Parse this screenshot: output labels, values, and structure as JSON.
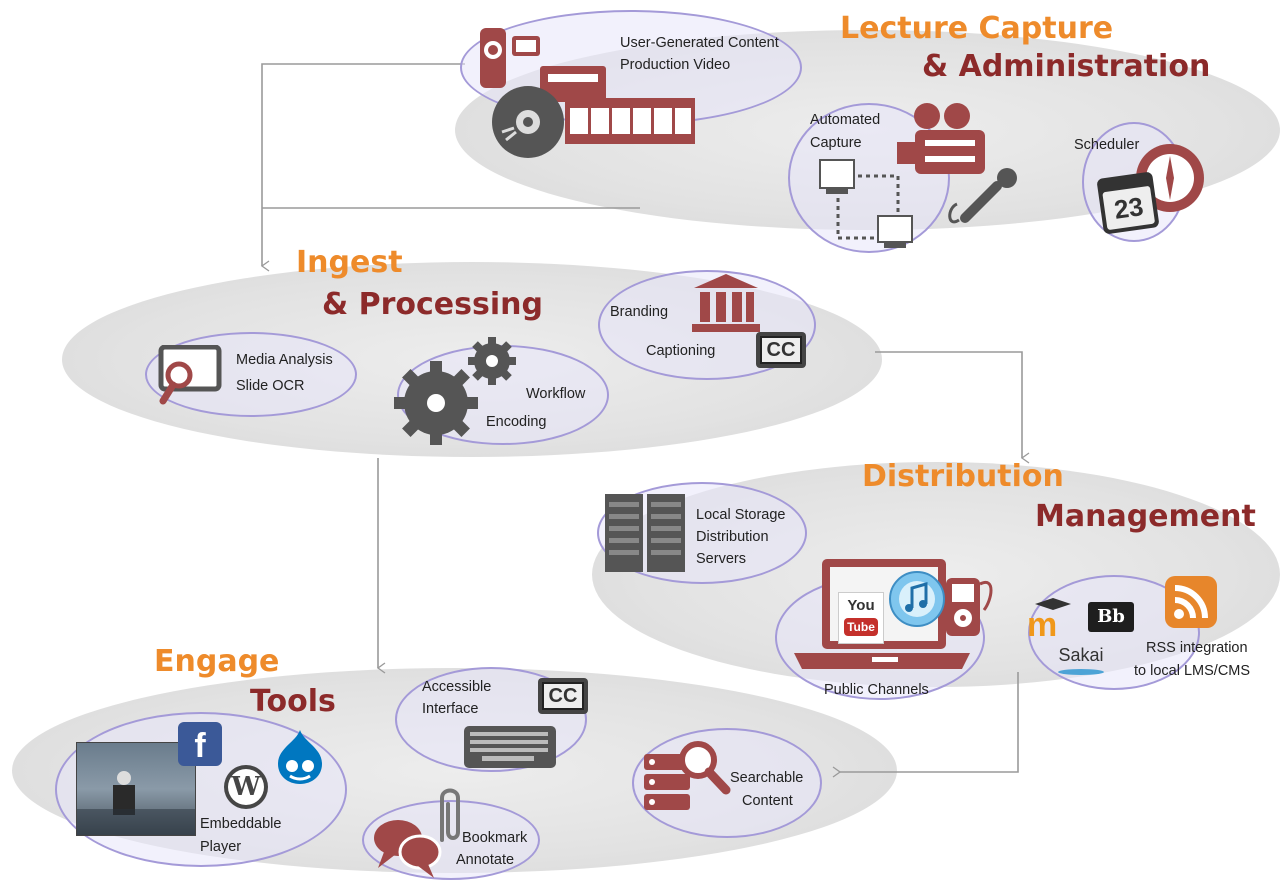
{
  "colors": {
    "accent_orange": "#ee8b2b",
    "accent_red": "#8c2a2a",
    "icon_red": "#a04848",
    "icon_gray": "#555555",
    "bubble_border": "#a49ad8"
  },
  "lecture_capture": {
    "title_line1": "Lecture Capture",
    "title_line2": "& Administration",
    "user_content_line1": "User-Generated Content",
    "user_content_line2": "Production Video",
    "automated_line1": "Automated",
    "automated_line2": "Capture",
    "scheduler": "Scheduler",
    "calendar_day": "23"
  },
  "ingest": {
    "title_line1": "Ingest",
    "title_line2": "& Processing",
    "media_analysis_line1": "Media Analysis",
    "media_analysis_line2": "Slide OCR",
    "workflow": "Workflow",
    "encoding": "Encoding",
    "branding": "Branding",
    "captioning": "Captioning",
    "cc_badge": "CC"
  },
  "distribution": {
    "title_line1": "Distribution",
    "title_line2": "Management",
    "storage_line1": "Local Storage",
    "storage_line2": "Distribution",
    "storage_line3": "Servers",
    "public_channels": "Public Channels",
    "youtube_line1": "You",
    "youtube_line2": "Tube",
    "rss_line1": "RSS integration",
    "rss_line2": "to local LMS/CMS",
    "moodle_letters": "m",
    "blackboard_letters": "Bb",
    "sakai": "Sakai"
  },
  "engage": {
    "title_line1": "Engage",
    "title_line2": "Tools",
    "accessible_line1": "Accessible",
    "accessible_line2": "Interface",
    "cc_badge": "CC",
    "embeddable_line1": "Embeddable",
    "embeddable_line2": "Player",
    "facebook_letter": "f",
    "wordpress_letter": "W",
    "bookmark_line1": "Bookmark",
    "bookmark_line2": "Annotate",
    "searchable_line1": "Searchable",
    "searchable_line2": "Content"
  }
}
